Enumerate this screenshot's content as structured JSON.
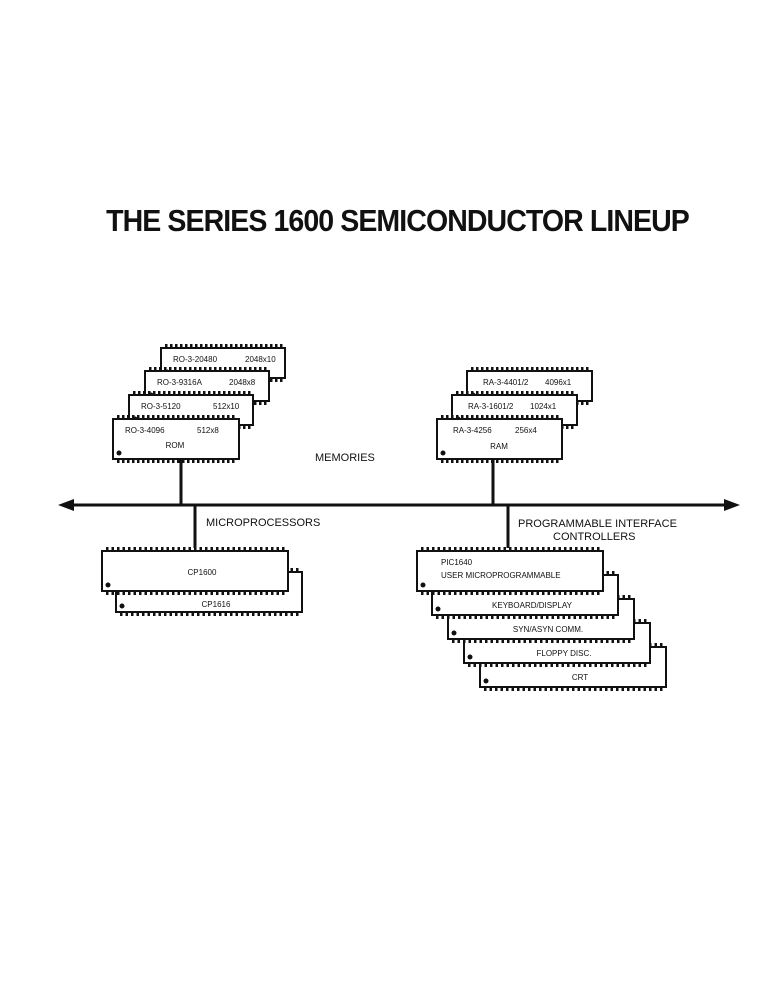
{
  "title": "THE SERIES 1600 SEMICONDUCTOR LINEUP",
  "bus_labels": {
    "memories": "MEMORIES",
    "microprocessors": "MICROPROCESSORS",
    "pic_line1": "PROGRAMMABLE INTERFACE",
    "pic_line2": "CONTROLLERS"
  },
  "rom_chips": [
    {
      "part": "RO-3-20480",
      "size": "2048x10",
      "type": ""
    },
    {
      "part": "RO-3-9316A",
      "size": "2048x8",
      "type": ""
    },
    {
      "part": "RO-3-5120",
      "size": "512x10",
      "type": ""
    },
    {
      "part": "RO-3-4096",
      "size": "512x8",
      "type": "ROM"
    }
  ],
  "ram_chips": [
    {
      "part": "RA-3-4401/2",
      "size": "4096x1",
      "type": ""
    },
    {
      "part": "RA-3-1601/2",
      "size": "1024x1",
      "type": ""
    },
    {
      "part": "RA-3-4256",
      "size": "256x4",
      "type": "RAM"
    }
  ],
  "cpu_chips": [
    "CP1600",
    "CP1616"
  ],
  "pic_chips": [
    {
      "line1": "PIC1640",
      "line2": "USER MICROPROGRAMMABLE"
    },
    {
      "line1": "KEYBOARD/DISPLAY",
      "line2": ""
    },
    {
      "line1": "SYN/ASYN COMM.",
      "line2": ""
    },
    {
      "line1": "FLOPPY DISC.",
      "line2": ""
    },
    {
      "line1": "CRT",
      "line2": ""
    }
  ]
}
